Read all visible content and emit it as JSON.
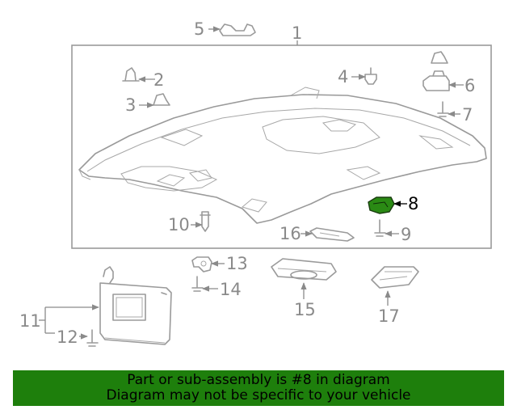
{
  "callouts": {
    "c1": "1",
    "c2": "2",
    "c3": "3",
    "c4": "4",
    "c5": "5",
    "c6": "6",
    "c7": "7",
    "c8": "8",
    "c9": "9",
    "c10": "10",
    "c11": "11",
    "c12": "12",
    "c13": "13",
    "c14": "14",
    "c15": "15",
    "c16": "16",
    "c17": "17"
  },
  "highlighted_part": "8",
  "colors": {
    "banner_bg": "#1e7f0c",
    "highlight": "#2a8a14",
    "line": "#9a9a9a"
  },
  "banner": {
    "line1": "Part or sub-assembly is #8 in diagram",
    "line2": "Diagram may not be specific to your vehicle"
  }
}
